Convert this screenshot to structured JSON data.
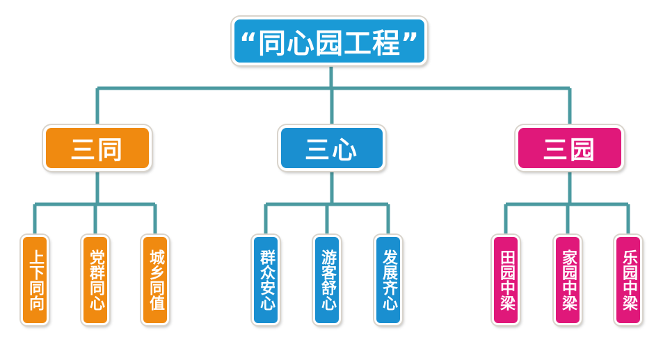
{
  "colors": {
    "connector": "#4b9aa0",
    "root": "#1a9ad6",
    "group_1": "#f08a10",
    "group_2": "#1a8fd0",
    "group_3": "#e0187a"
  },
  "root": {
    "label": "“同心园工程”"
  },
  "groups": [
    {
      "label": "三同",
      "items": [
        "上下同向",
        "党群同心",
        "城乡同值"
      ]
    },
    {
      "label": "三心",
      "items": [
        "群众安心",
        "游客舒心",
        "发展齐心"
      ]
    },
    {
      "label": "三园",
      "items": [
        "田园中梁",
        "家园中梁",
        "乐园中梁"
      ]
    }
  ]
}
